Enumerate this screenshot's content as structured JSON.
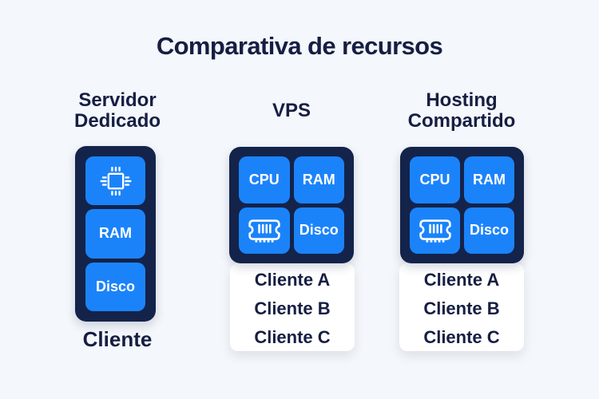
{
  "title": "Comparativa de recursos",
  "colors": {
    "background": "#f4f7fb",
    "box_navy": "#14234a",
    "tile_blue": "#1b83fa",
    "card_white": "#ffffff",
    "text_navy": "#161e43",
    "tile_text": "#ffffff"
  },
  "columns": [
    {
      "heading": "Servidor Dedicado",
      "tiles": [
        {
          "icon": "cpu-chip-icon",
          "label": ""
        },
        {
          "label": "RAM"
        },
        {
          "label": "Disco"
        }
      ],
      "footer_label": "Cliente"
    },
    {
      "heading": "VPS",
      "tiles": [
        {
          "label": "CPU"
        },
        {
          "label": "RAM"
        },
        {
          "icon": "ram-stick-icon",
          "label": ""
        },
        {
          "label": "Disco"
        }
      ],
      "clients": [
        "Cliente A",
        "Cliente B",
        "Cliente C"
      ]
    },
    {
      "heading": "Hosting Compartido",
      "tiles": [
        {
          "label": "CPU"
        },
        {
          "label": "RAM"
        },
        {
          "icon": "ram-stick-icon",
          "label": ""
        },
        {
          "label": "Disco"
        }
      ],
      "clients": [
        "Cliente A",
        "Cliente B",
        "Cliente C"
      ]
    }
  ]
}
